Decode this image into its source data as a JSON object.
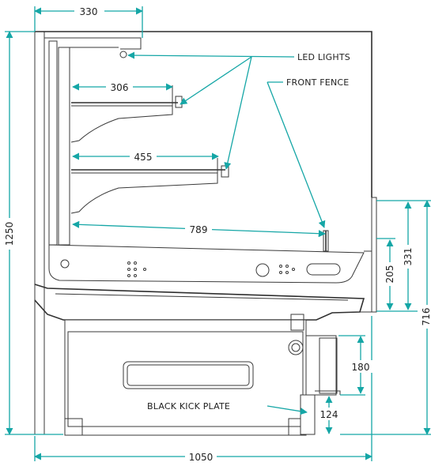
{
  "dimensions": {
    "top_depth": "330",
    "shelf_upper": "306",
    "shelf_middle": "455",
    "base_deck": "789",
    "total_height": "1250",
    "total_width": "1050",
    "front_height": "716",
    "fence_outer": "331",
    "fence_inner": "205",
    "kick_opening": "180",
    "kick_plate": "124"
  },
  "labels": {
    "led_lights": "LED LIGHTS",
    "front_fence": "FRONT FENCE",
    "black_kick_plate": "BLACK KICK PLATE"
  },
  "colors": {
    "dimension_line": "#15a6a6",
    "outline": "#3a3a3a"
  }
}
